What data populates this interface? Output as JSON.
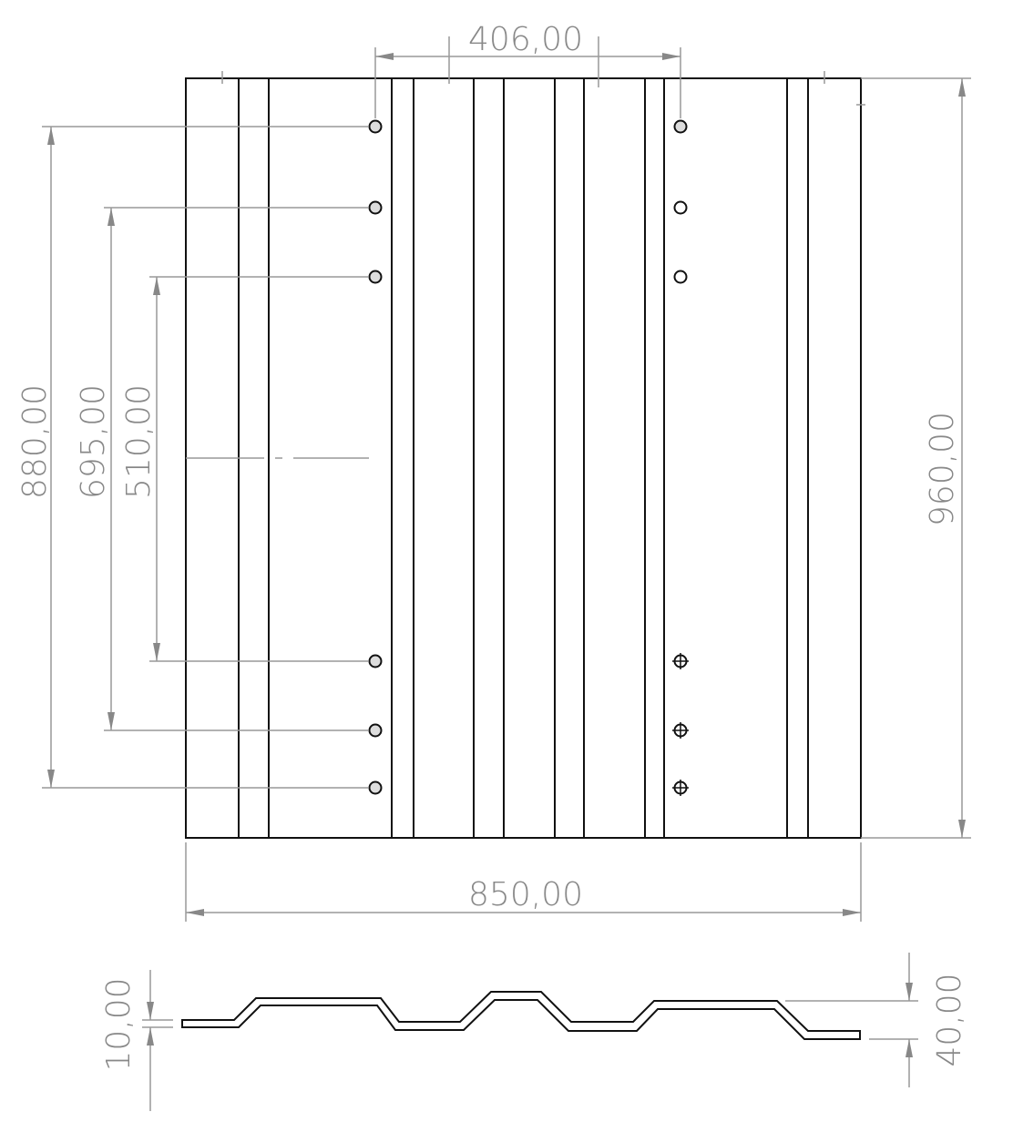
{
  "dimensions": {
    "hole_spacing_horizontal": "406,00",
    "sheet_width": "850,00",
    "sheet_length": "960,00",
    "outer_hole_spacing": "880,00",
    "middle_hole_spacing": "695,00",
    "inner_hole_spacing": "510,00",
    "thickness_offset": "10,00",
    "profile_height": "40,00"
  },
  "colors": {
    "outline": "#111111",
    "dimension": "#888888"
  }
}
